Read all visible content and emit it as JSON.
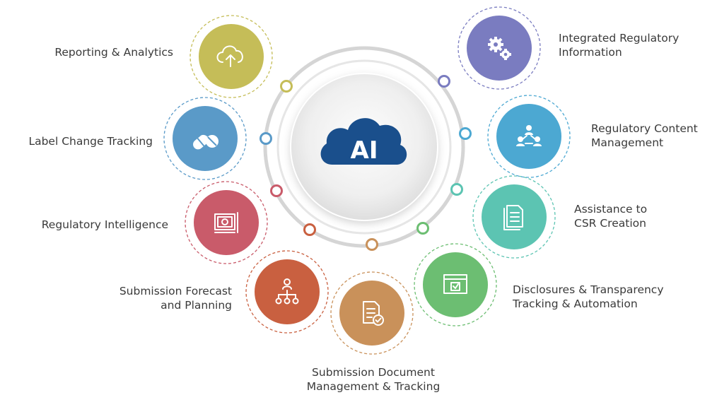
{
  "hub": {
    "text": "AI"
  },
  "items": [
    {
      "id": "reporting-analytics",
      "lines": [
        "Reporting & Analytics"
      ],
      "icon": "cloud-upload-icon",
      "color": "#c5bd58"
    },
    {
      "id": "label-change-tracking",
      "lines": [
        "Label Change Tracking"
      ],
      "icon": "pills-icon",
      "color": "#5a9ac8"
    },
    {
      "id": "regulatory-intelligence",
      "lines": [
        "Regulatory Intelligence"
      ],
      "icon": "blueprint-icon",
      "color": "#c95b6a"
    },
    {
      "id": "submission-forecast",
      "lines": [
        "Submission Forecast",
        "and Planning"
      ],
      "icon": "hierarchy-icon",
      "color": "#c96040"
    },
    {
      "id": "submission-document",
      "lines": [
        "Submission Document",
        "Management & Tracking"
      ],
      "icon": "document-check-icon",
      "color": "#c9915a"
    },
    {
      "id": "disclosures-transparency",
      "lines": [
        "Disclosures & Transparency",
        "Tracking & Automation"
      ],
      "icon": "checkbox-window-icon",
      "color": "#6cbe72"
    },
    {
      "id": "csr-creation",
      "lines": [
        "Assistance to",
        "CSR Creation"
      ],
      "icon": "documents-icon",
      "color": "#5cc4b2"
    },
    {
      "id": "regulatory-content",
      "lines": [
        "Regulatory Content",
        "Management"
      ],
      "icon": "team-icon",
      "color": "#4ca8d2"
    },
    {
      "id": "integrated-regulatory",
      "lines": [
        "Integrated Regulatory",
        "Information"
      ],
      "icon": "gears-icon",
      "color": "#7a7cc0"
    }
  ],
  "colors": {
    "hub_cloud": "#1a4f8c",
    "ring": "#d8d8d8",
    "hub_bg": "#eeeeee"
  }
}
